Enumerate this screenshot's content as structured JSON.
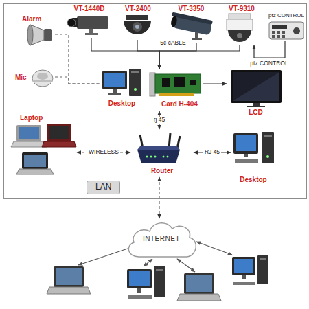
{
  "diagram": {
    "nodes": [
      {
        "text": [
          "LAN"
        ]
      },
      {
        "text": [
          "VT-1440D"
        ],
        "in": 0
      },
      {
        "text": [
          "VT-2400"
        ],
        "in": 0
      },
      {
        "text": [
          "VT-3350"
        ],
        "in": 0
      },
      {
        "text": [
          "VT-9310"
        ],
        "in": 0
      },
      {
        "text": [
          "ptz CONTROL"
        ],
        "in": 0
      },
      {
        "text": [
          "Alarm"
        ],
        "in": 0
      },
      {
        "text": [
          "Mic"
        ],
        "in": 0
      },
      {
        "text": [
          "Desktop"
        ],
        "in": 0
      },
      {
        "text": [
          "Card H-404"
        ],
        "in": 0
      },
      {
        "text": [
          "LCD"
        ],
        "in": 0
      },
      {
        "text": [
          "Laptop"
        ],
        "in": 0
      },
      {
        "text": [
          "Router"
        ],
        "in": 0
      },
      {
        "text": [
          "Desktop"
        ],
        "in": 0
      },
      {
        "text": [
          "INTERNET"
        ]
      }
    ],
    "edges": [
      {
        "from": 1,
        "to": 9,
        "arrow": "to"
      },
      {
        "from": 2,
        "to": 9,
        "label": "5c cABLE",
        "arrow": "to"
      },
      {
        "from": 3,
        "to": 9,
        "arrow": "to"
      },
      {
        "from": 4,
        "to": 9,
        "arrow": "to"
      },
      {
        "from": 5,
        "to": 4,
        "label": "ptz CONTROL",
        "arrow": "to"
      },
      {
        "from": 6,
        "to": 8,
        "arrow": "none"
      },
      {
        "from": 7,
        "to": 8,
        "arrow": "none"
      },
      {
        "from": 9,
        "to": 10,
        "arrow": "to"
      },
      {
        "from": 9,
        "to": 12,
        "label": "rj 45",
        "arrow": "both"
      },
      {
        "from": 11,
        "to": 12,
        "label": "WIRELESS",
        "arrow": "both"
      },
      {
        "from": 12,
        "to": 13,
        "label": "RJ 45",
        "arrow": "both"
      },
      {
        "from": 12,
        "to": 14,
        "arrow": "both"
      }
    ]
  }
}
